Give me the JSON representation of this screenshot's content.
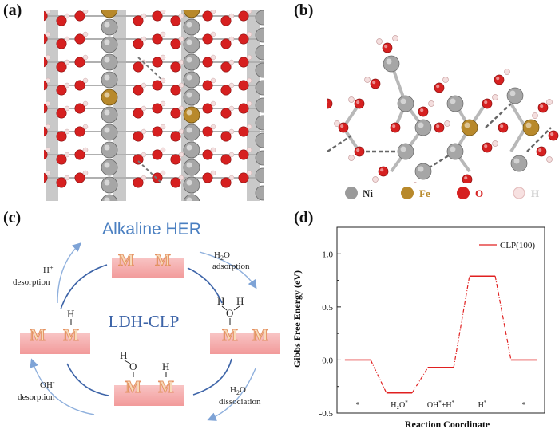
{
  "panels": {
    "a": "(a)",
    "b": "(b)",
    "c": "(c)",
    "d": "(d)"
  },
  "legend_b": {
    "items": [
      {
        "label": "Ni",
        "color": "#9a9a9a",
        "text_color": "#222222"
      },
      {
        "label": "Fe",
        "color": "#b8892b",
        "text_color": "#b8892b"
      },
      {
        "label": "O",
        "color": "#d62020",
        "text_color": "#d62020"
      },
      {
        "label": "H",
        "color": "#f2d6d6",
        "text_color": "#cccccc"
      }
    ]
  },
  "cycle": {
    "title": "Alkaline HER",
    "center": "LDH-CLP",
    "metal_symbol": "M",
    "labels": {
      "h2o_adsorption_1": "H",
      "h2o_adsorption_sub": "2",
      "h2o_adsorption_2": "O",
      "h2o_adsorption_3": "adsorption",
      "h2o_dissociation_1": "H",
      "h2o_dissociation_sub": "2",
      "h2o_dissociation_2": "O",
      "h2o_dissociation_3": "dissociation",
      "oh_desorption_1": "OH",
      "oh_desorption_sup": "-",
      "oh_desorption_2": "desorption",
      "h_desorption_1": "H",
      "h_desorption_sup": "+",
      "h_desorption_2": "desorption"
    },
    "atoms": {
      "H": "H",
      "O": "O"
    },
    "colors": {
      "accent": "#4a7fc1",
      "slab": "#f4a3a3",
      "metal_fill": "#f7d9b8",
      "metal_stroke": "#e38f5f"
    }
  },
  "chart_data": {
    "type": "line",
    "ylabel": "Gibbs Free Energy (eV)",
    "xlabel": "Reaction Coordinate",
    "ylim": [
      -0.5,
      1.25
    ],
    "yticks": [
      "-0.5",
      "0.0",
      "0.5",
      "1.0"
    ],
    "ytick_values": [
      -0.5,
      0.0,
      0.5,
      1.0
    ],
    "states": [
      {
        "label": "*",
        "sup": "",
        "value": 0.0
      },
      {
        "label": "H₂O",
        "sup": "*",
        "value": -0.31
      },
      {
        "label": "OH",
        "sup": "*",
        "label2": "+H",
        "sup2": "*",
        "value": -0.07
      },
      {
        "label": "H",
        "sup": "*",
        "value": 0.79
      },
      {
        "label": "*",
        "sup": "",
        "value": 0.0
      }
    ],
    "series": [
      {
        "name": "CLP(100)",
        "color": "#e02020"
      }
    ],
    "legend_position": "top-right"
  }
}
